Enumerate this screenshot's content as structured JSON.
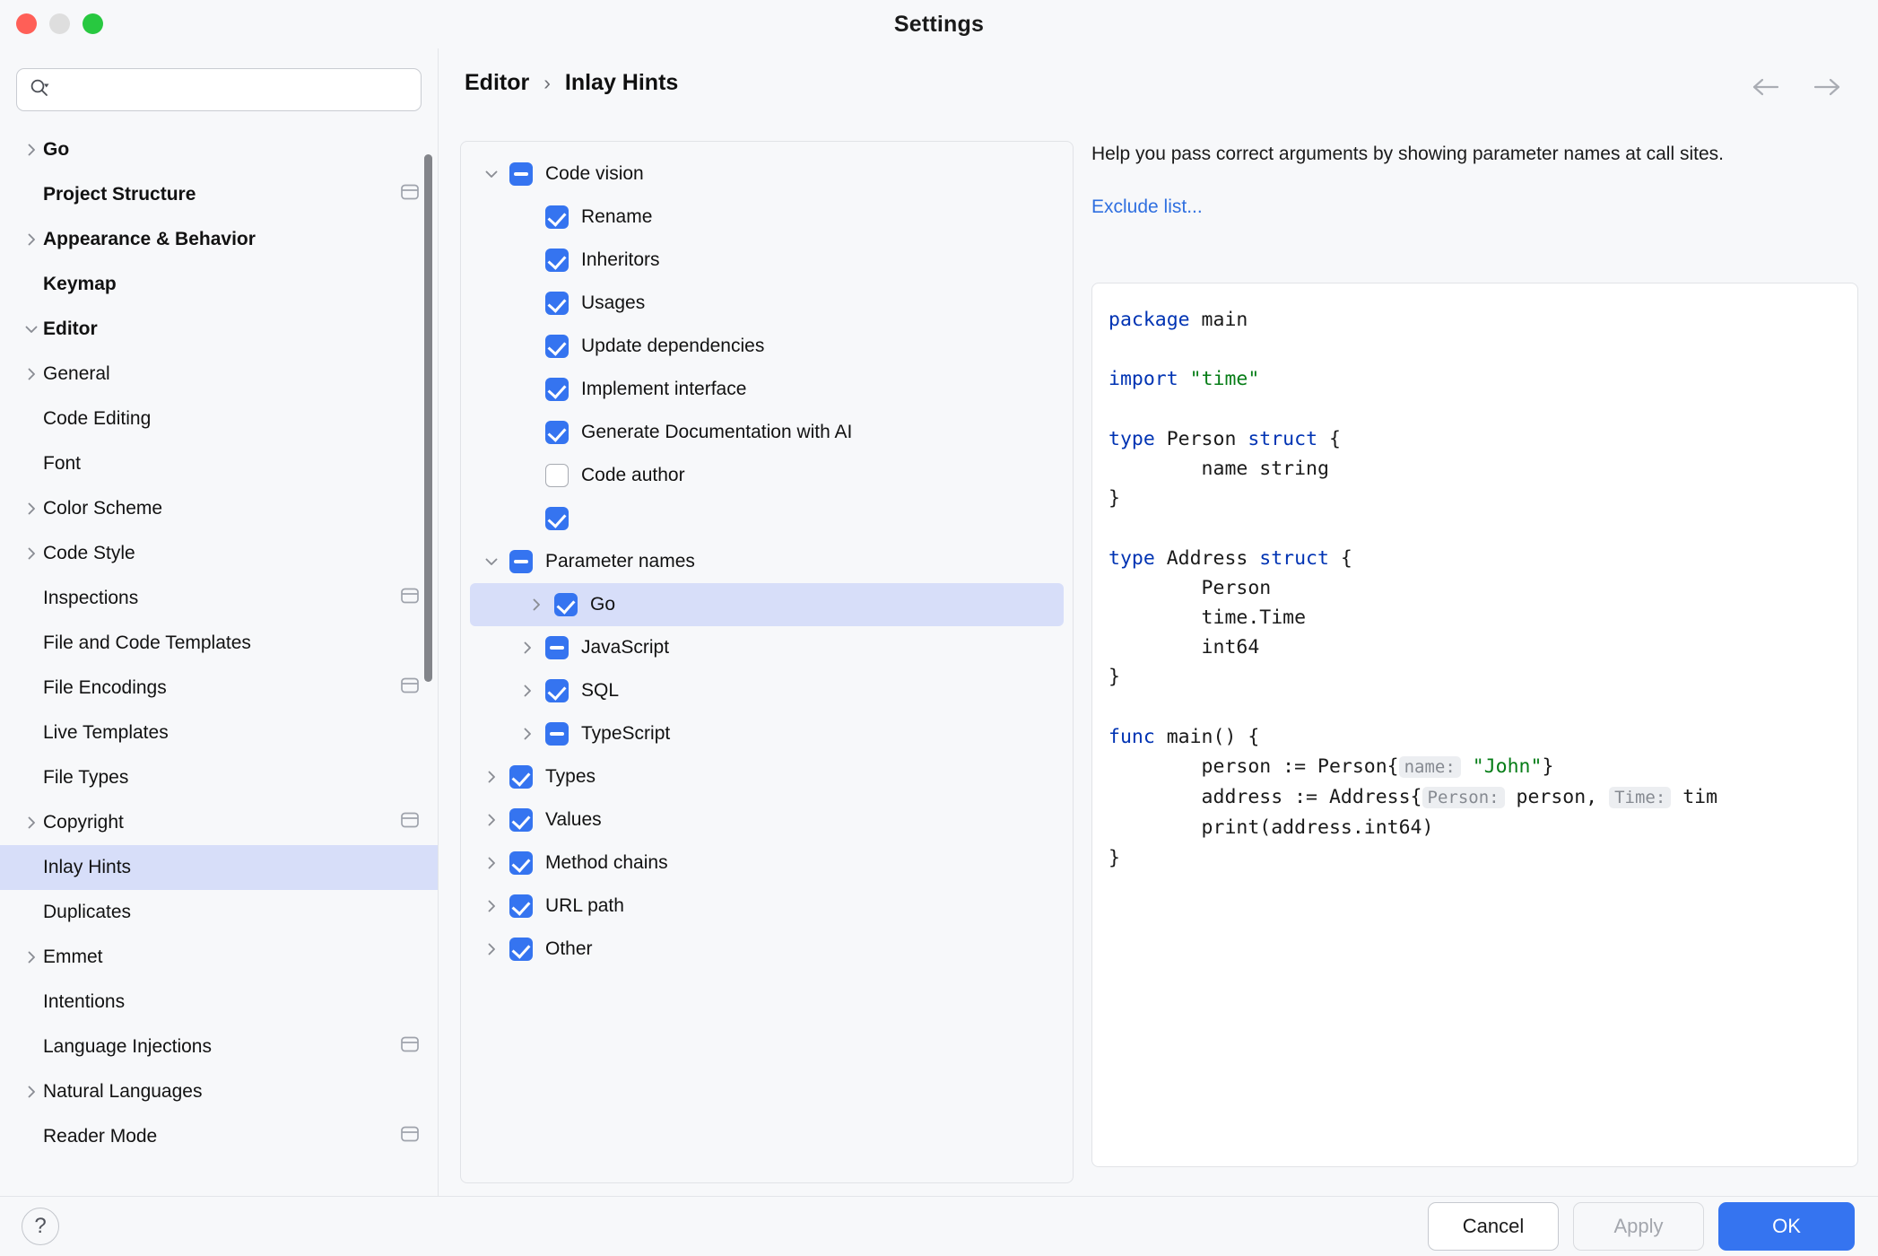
{
  "window": {
    "title": "Settings"
  },
  "traffic": {
    "close": "close-button",
    "minimize": "minimize-button",
    "maximize": "maximize-button"
  },
  "search": {
    "value": "",
    "placeholder": ""
  },
  "sidebar": {
    "items": [
      {
        "label": "Go",
        "indent": 1,
        "arrow": "right",
        "bold": true,
        "selected": false,
        "cfg": false
      },
      {
        "label": "Project Structure",
        "indent": 1,
        "arrow": "none",
        "bold": true,
        "selected": false,
        "cfg": true
      },
      {
        "label": "Appearance & Behavior",
        "indent": 1,
        "arrow": "right",
        "bold": true,
        "selected": false,
        "cfg": false
      },
      {
        "label": "Keymap",
        "indent": 1,
        "arrow": "none",
        "bold": true,
        "selected": false,
        "cfg": false
      },
      {
        "label": "Editor",
        "indent": 1,
        "arrow": "down",
        "bold": true,
        "selected": false,
        "cfg": false
      },
      {
        "label": "General",
        "indent": 2,
        "arrow": "right",
        "bold": false,
        "selected": false,
        "cfg": false
      },
      {
        "label": "Code Editing",
        "indent": 2,
        "arrow": "none",
        "bold": false,
        "selected": false,
        "cfg": false
      },
      {
        "label": "Font",
        "indent": 2,
        "arrow": "none",
        "bold": false,
        "selected": false,
        "cfg": false
      },
      {
        "label": "Color Scheme",
        "indent": 2,
        "arrow": "right",
        "bold": false,
        "selected": false,
        "cfg": false
      },
      {
        "label": "Code Style",
        "indent": 2,
        "arrow": "right",
        "bold": false,
        "selected": false,
        "cfg": false
      },
      {
        "label": "Inspections",
        "indent": 2,
        "arrow": "none",
        "bold": false,
        "selected": false,
        "cfg": true
      },
      {
        "label": "File and Code Templates",
        "indent": 2,
        "arrow": "none",
        "bold": false,
        "selected": false,
        "cfg": false
      },
      {
        "label": "File Encodings",
        "indent": 2,
        "arrow": "none",
        "bold": false,
        "selected": false,
        "cfg": true
      },
      {
        "label": "Live Templates",
        "indent": 2,
        "arrow": "none",
        "bold": false,
        "selected": false,
        "cfg": false
      },
      {
        "label": "File Types",
        "indent": 2,
        "arrow": "none",
        "bold": false,
        "selected": false,
        "cfg": false
      },
      {
        "label": "Copyright",
        "indent": 2,
        "arrow": "right",
        "bold": false,
        "selected": false,
        "cfg": true
      },
      {
        "label": "Inlay Hints",
        "indent": 2,
        "arrow": "none",
        "bold": false,
        "selected": true,
        "cfg": false
      },
      {
        "label": "Duplicates",
        "indent": 2,
        "arrow": "none",
        "bold": false,
        "selected": false,
        "cfg": false
      },
      {
        "label": "Emmet",
        "indent": 2,
        "arrow": "right",
        "bold": false,
        "selected": false,
        "cfg": false
      },
      {
        "label": "Intentions",
        "indent": 2,
        "arrow": "none",
        "bold": false,
        "selected": false,
        "cfg": false
      },
      {
        "label": "Language Injections",
        "indent": 2,
        "arrow": "none",
        "bold": false,
        "selected": false,
        "cfg": true
      },
      {
        "label": "Natural Languages",
        "indent": 2,
        "arrow": "right",
        "bold": false,
        "selected": false,
        "cfg": false
      },
      {
        "label": "Reader Mode",
        "indent": 2,
        "arrow": "none",
        "bold": false,
        "selected": false,
        "cfg": true
      }
    ]
  },
  "breadcrumb": {
    "parent": "Editor",
    "separator": "›",
    "current": "Inlay Hints"
  },
  "nav": {
    "back": "←",
    "forward": "→"
  },
  "hints_tree": {
    "items": [
      {
        "label": "Code vision",
        "indent": 1,
        "arrow": "down",
        "check": "ind",
        "selected": false
      },
      {
        "label": "Rename",
        "indent": 2,
        "arrow": "none",
        "check": "on",
        "selected": false
      },
      {
        "label": "Inheritors",
        "indent": 2,
        "arrow": "none",
        "check": "on",
        "selected": false
      },
      {
        "label": "Usages",
        "indent": 2,
        "arrow": "none",
        "check": "on",
        "selected": false
      },
      {
        "label": "Update dependencies",
        "indent": 2,
        "arrow": "none",
        "check": "on",
        "selected": false
      },
      {
        "label": "Implement interface",
        "indent": 2,
        "arrow": "none",
        "check": "on",
        "selected": false
      },
      {
        "label": "Generate Documentation with AI",
        "indent": 2,
        "arrow": "none",
        "check": "on",
        "selected": false
      },
      {
        "label": "Code author",
        "indent": 2,
        "arrow": "none",
        "check": "off",
        "selected": false
      },
      {
        "label": "",
        "indent": 2,
        "arrow": "none",
        "check": "on",
        "selected": false
      },
      {
        "label": "Parameter names",
        "indent": 1,
        "arrow": "down",
        "check": "ind",
        "selected": false
      },
      {
        "label": "Go",
        "indent": 2,
        "arrow": "right",
        "check": "on",
        "selected": true
      },
      {
        "label": "JavaScript",
        "indent": 2,
        "arrow": "right",
        "check": "ind",
        "selected": false
      },
      {
        "label": "SQL",
        "indent": 2,
        "arrow": "right",
        "check": "on",
        "selected": false
      },
      {
        "label": "TypeScript",
        "indent": 2,
        "arrow": "right",
        "check": "ind",
        "selected": false
      },
      {
        "label": "Types",
        "indent": 1,
        "arrow": "right",
        "check": "on",
        "selected": false
      },
      {
        "label": "Values",
        "indent": 1,
        "arrow": "right",
        "check": "on",
        "selected": false
      },
      {
        "label": "Method chains",
        "indent": 1,
        "arrow": "right",
        "check": "on",
        "selected": false
      },
      {
        "label": "URL path",
        "indent": 1,
        "arrow": "right",
        "check": "on",
        "selected": false
      },
      {
        "label": "Other",
        "indent": 1,
        "arrow": "right",
        "check": "on",
        "selected": false
      }
    ]
  },
  "detail": {
    "description": "Help you pass correct arguments by showing parameter names at call sites.",
    "exclude_link": "Exclude list...",
    "code_lines": [
      [
        {
          "t": "package",
          "c": "kw"
        },
        {
          "t": " main",
          "c": ""
        }
      ],
      [
        {
          "t": "",
          "c": ""
        }
      ],
      [
        {
          "t": "import",
          "c": "kw"
        },
        {
          "t": " ",
          "c": ""
        },
        {
          "t": "\"time\"",
          "c": "str"
        }
      ],
      [
        {
          "t": "",
          "c": ""
        }
      ],
      [
        {
          "t": "type",
          "c": "kw"
        },
        {
          "t": " Person ",
          "c": ""
        },
        {
          "t": "struct",
          "c": "kw"
        },
        {
          "t": " {",
          "c": ""
        }
      ],
      [
        {
          "t": "        name string",
          "c": ""
        }
      ],
      [
        {
          "t": "}",
          "c": ""
        }
      ],
      [
        {
          "t": "",
          "c": ""
        }
      ],
      [
        {
          "t": "type",
          "c": "kw"
        },
        {
          "t": " Address ",
          "c": ""
        },
        {
          "t": "struct",
          "c": "kw"
        },
        {
          "t": " {",
          "c": ""
        }
      ],
      [
        {
          "t": "        Person",
          "c": ""
        }
      ],
      [
        {
          "t": "        time.Time",
          "c": ""
        }
      ],
      [
        {
          "t": "        int64",
          "c": ""
        }
      ],
      [
        {
          "t": "}",
          "c": ""
        }
      ],
      [
        {
          "t": "",
          "c": ""
        }
      ],
      [
        {
          "t": "func",
          "c": "kw"
        },
        {
          "t": " main() {",
          "c": ""
        }
      ],
      [
        {
          "t": "        person := Person{",
          "c": ""
        },
        {
          "t": "name:",
          "c": "hint"
        },
        {
          "t": " ",
          "c": ""
        },
        {
          "t": "\"John\"",
          "c": "str"
        },
        {
          "t": "}",
          "c": ""
        }
      ],
      [
        {
          "t": "        address := Address{",
          "c": ""
        },
        {
          "t": "Person:",
          "c": "hint"
        },
        {
          "t": " person, ",
          "c": ""
        },
        {
          "t": "Time:",
          "c": "hint"
        },
        {
          "t": " tim",
          "c": ""
        }
      ],
      [
        {
          "t": "        print(address.int64)",
          "c": ""
        }
      ],
      [
        {
          "t": "}",
          "c": ""
        }
      ]
    ]
  },
  "footer": {
    "help": "?",
    "cancel": "Cancel",
    "apply": "Apply",
    "ok": "OK"
  },
  "colors": {
    "accent": "#3574f0",
    "selection": "#d7def9",
    "link": "#2f6fe0",
    "keyword": "#0033b3",
    "string": "#067d17",
    "hint_bg": "#eceef1",
    "hint_fg": "#868a91"
  }
}
